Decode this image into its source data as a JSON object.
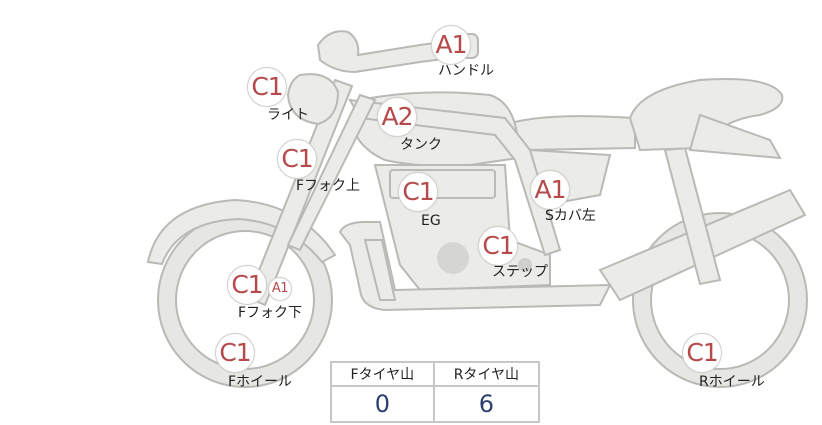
{
  "points": [
    {
      "id": "handle",
      "grade": "A1",
      "label": "ハンドル"
    },
    {
      "id": "light",
      "grade": "C1",
      "label": "ライト"
    },
    {
      "id": "tank",
      "grade": "A2",
      "label": "タンク"
    },
    {
      "id": "fork-upper",
      "grade": "C1",
      "label": "Fフォク上"
    },
    {
      "id": "engine",
      "grade": "C1",
      "label": "EG"
    },
    {
      "id": "side-cover-left",
      "grade": "A1",
      "label": "Sカバ左"
    },
    {
      "id": "step",
      "grade": "C1",
      "label": "ステップ"
    },
    {
      "id": "fork-lower",
      "grade": "C1",
      "grade2": "A1",
      "label": "Fフォク下"
    },
    {
      "id": "front-wheel",
      "grade": "C1",
      "label": "Fホイール"
    },
    {
      "id": "rear-wheel",
      "grade": "C1",
      "label": "Rホイール"
    }
  ],
  "tire_table": {
    "headers": [
      "Fタイヤ山",
      "Rタイヤ山"
    ],
    "values": [
      "0",
      "6"
    ]
  },
  "colors": {
    "grade_text": "#b64a4a",
    "value_text": "#2c3f70",
    "bike_fill": "#ebebe8",
    "bike_outline": "#b9b9b6"
  }
}
